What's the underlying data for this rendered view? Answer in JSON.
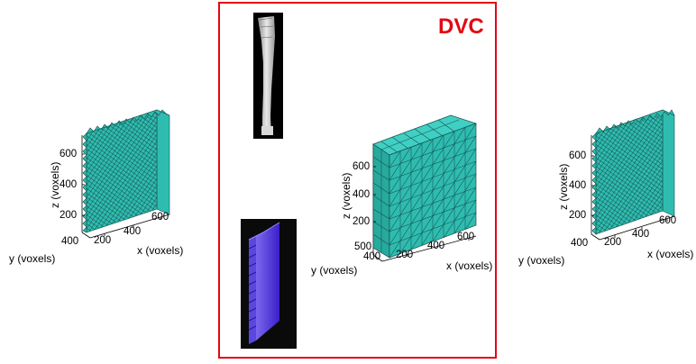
{
  "colors": {
    "mesh_fill": "#2fbcb0",
    "mesh_line": "#15524d",
    "frame": "#e30613",
    "title": "#e30613",
    "slab": "#4a2fd0"
  },
  "title": "DVC",
  "left_plot": {
    "z_label": "z (voxels)",
    "y_label": "y (voxels)",
    "x_label": "x (voxels)",
    "z_ticks": [
      "600",
      "400",
      "200"
    ],
    "y_ticks": [
      "400"
    ],
    "x_ticks": [
      "200",
      "400",
      "600"
    ]
  },
  "middle_plot": {
    "z_label": "z (voxels)",
    "y_label": "y (voxels)",
    "x_label": "x (voxels)",
    "z_ticks": [
      "600",
      "400",
      "200"
    ],
    "y_ticks": [
      "500",
      "400"
    ],
    "x_ticks": [
      "200",
      "400",
      "600"
    ]
  },
  "right_plot": {
    "z_label": "z (voxels)",
    "y_label": "y (voxels)",
    "x_label": "x (voxels)",
    "z_ticks": [
      "600",
      "400",
      "200"
    ],
    "y_ticks": [
      "400"
    ],
    "x_ticks": [
      "200",
      "400",
      "600"
    ]
  }
}
